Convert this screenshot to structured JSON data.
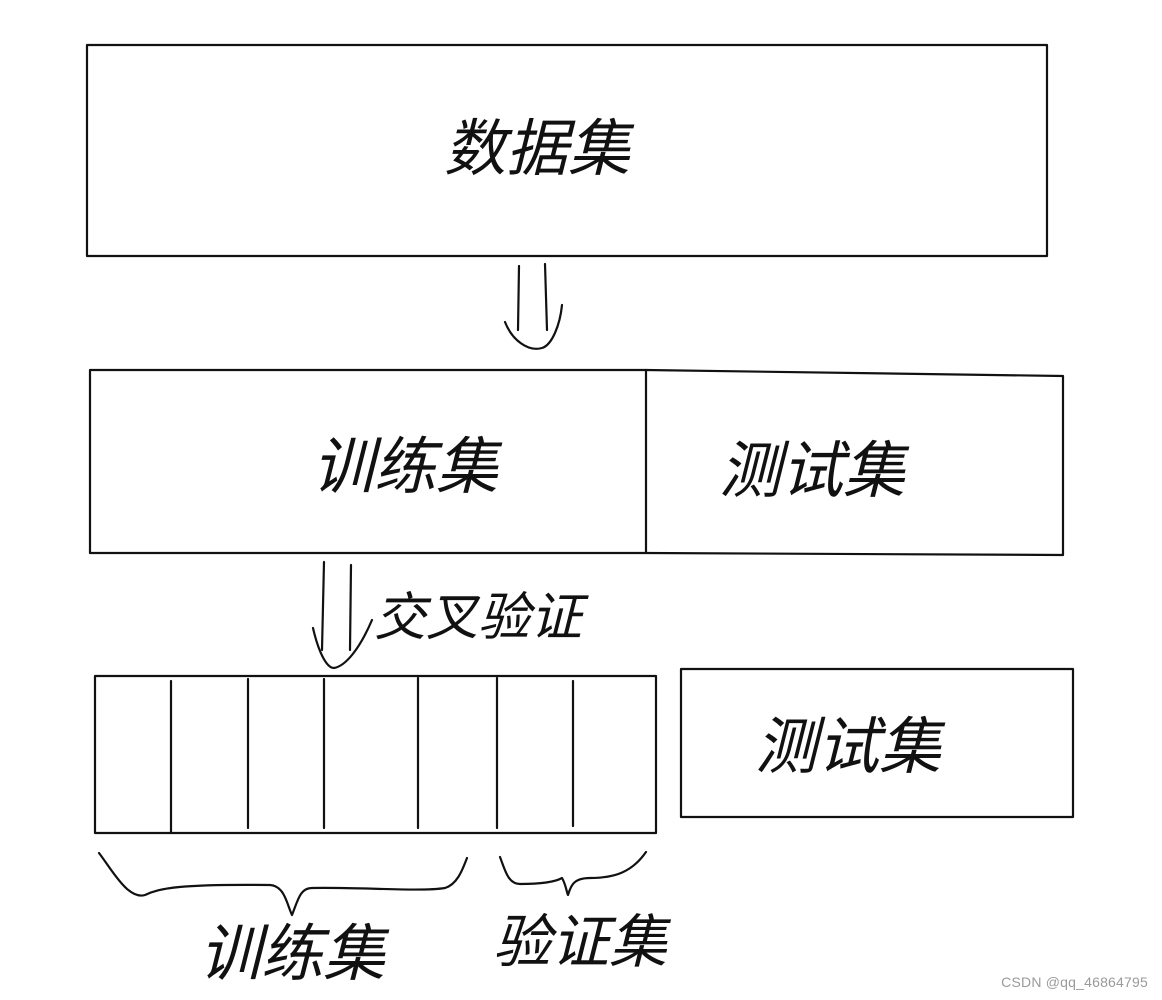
{
  "diagram": {
    "dataset_label": "数据集",
    "train_label": "训练集",
    "test_label_top": "测试集",
    "cross_validation_label": "交叉验证",
    "test_label_bottom": "测试集",
    "fold_train_label": "训练集",
    "fold_validation_label": "验证集",
    "fold_count": 7
  },
  "watermark": "CSDN @qq_46864795",
  "colors": {
    "ink": "#111111",
    "background": "#ffffff",
    "watermark": "#9a9a9a"
  }
}
